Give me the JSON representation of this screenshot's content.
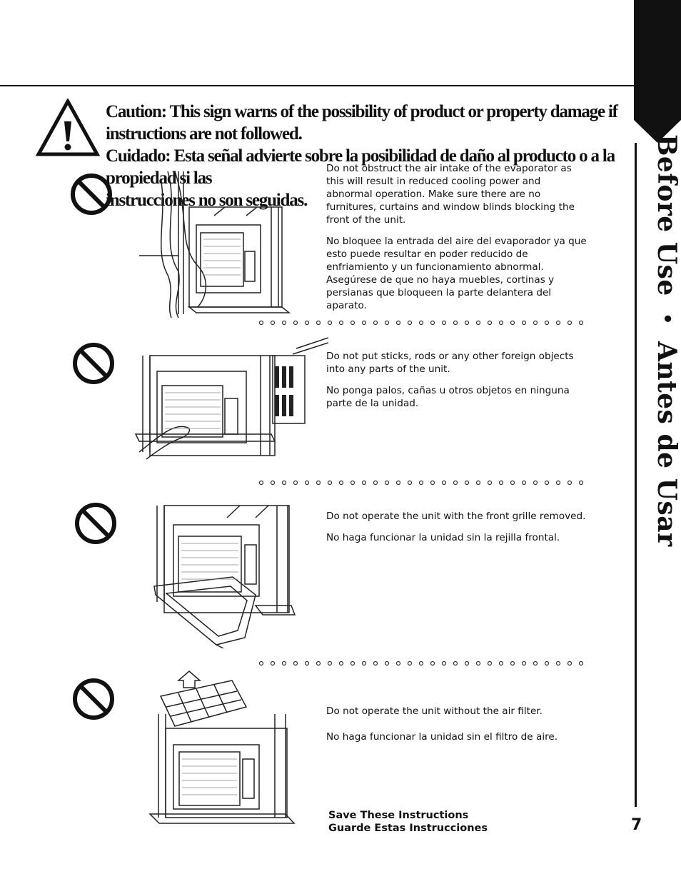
{
  "sidebar": {
    "title_en": "Before Use",
    "separator": "•",
    "title_es": "Antes de Usar"
  },
  "caution": {
    "line1": "Caution: This sign warns of the possibility of product or property damage if instructions are not followed.",
    "line2": "Cuidado: Esta señal advierte sobre la posibilidad de daño al producto o a la propiedad si las",
    "line3": "instrucciones no son seguidas."
  },
  "items": [
    {
      "illustration": "curtain-blocking-unit",
      "en": "Do not obstruct the air intake of the evaporator as this will result in reduced cooling power and abnormal operation. Make sure there are no furnitures, curtains and window blinds blocking the front of the unit.",
      "es": "No bloquee la entrada del aire del evaporador ya que esto puede resultar en poder reducido de enfriamiento y un funcionamiento abnormal. Asegúrese de que no haya muebles, cortinas y persianas que bloqueen la parte delantera del aparato."
    },
    {
      "illustration": "hand-inserting-object",
      "en": "Do not put sticks, rods or any other foreign objects into any parts of the unit.",
      "es": "No ponga palos, cañas u otros objetos en ninguna parte de la unidad."
    },
    {
      "illustration": "front-grille-removed",
      "en": "Do not operate the unit with the front grille removed.",
      "es": "No haga funcionar la unidad sin la rejilla frontal."
    },
    {
      "illustration": "air-filter-removed",
      "en": "Do not operate the unit without the air filter.",
      "es": "No haga funcionar la unidad sin el filtro de aire."
    }
  ],
  "footer": {
    "en": "Save These Instructions",
    "es": "Guarde Estas Instrucciones"
  },
  "page_number": "7",
  "icons": {
    "caution": "warning-triangle-icon",
    "prohibit": "prohibition-icon"
  }
}
